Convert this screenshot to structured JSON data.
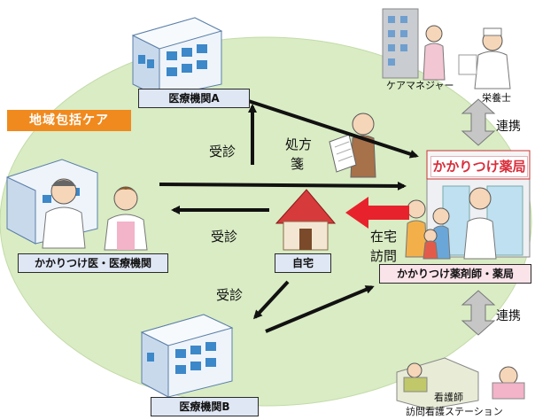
{
  "title_banner": "地域包括ケア",
  "nodes": {
    "hospital_a": "医療機関A",
    "hospital_b": "医療機関B",
    "family_doctor": "かかりつけ医・医療機関",
    "home": "自宅",
    "pharmacy_box": "かかりつけ薬剤師・薬局",
    "pharmacy_sign": "かかりつけ薬局"
  },
  "labels": {
    "care_manager": "ケアマネジャー",
    "dietitian": "栄養士",
    "renkei_top": "連携",
    "renkei_bottom": "連携",
    "prescription_1": "処方",
    "prescription_2": "箋",
    "jushin_1": "受診",
    "jushin_2": "受診",
    "jushin_3": "受診",
    "home_visit_1": "在宅",
    "home_visit_2": "訪問",
    "nurse": "看護師",
    "nursing_station": "訪問看護ステーション"
  },
  "colors": {
    "ellipse": "#d9ecc4",
    "banner": "#f08a1e",
    "box_blue": "#dfe6f4",
    "box_pink": "#fbe3ea",
    "arrow_red": "#e8222c"
  }
}
